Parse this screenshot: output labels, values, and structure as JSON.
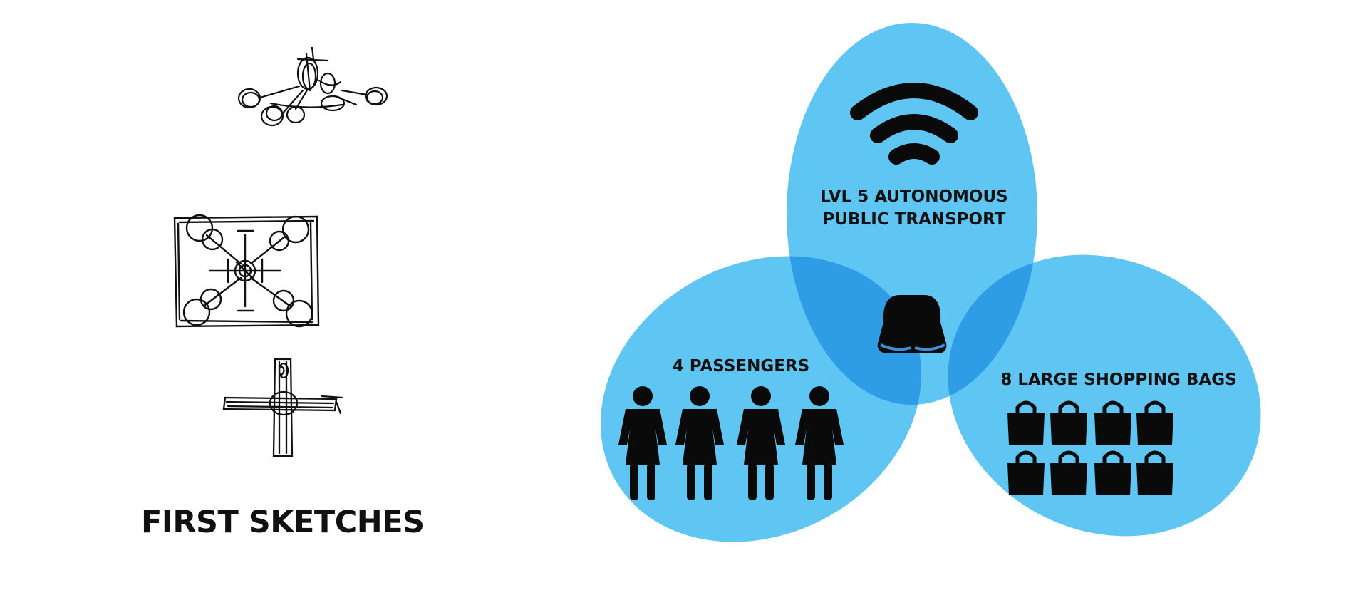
{
  "caption": "FIRST SKETCHES",
  "venn": {
    "colors": {
      "circle": "#5fc5f2",
      "overlap": "#2f9de6",
      "center": "#1a84e0",
      "icon": "#0a0a0a"
    },
    "sets": [
      {
        "id": "autonomy",
        "label_lines": [
          "LVL 5 AUTONOMOUS",
          "PUBLIC TRANSPORT"
        ],
        "icon": "wifi-signal-icon"
      },
      {
        "id": "passengers",
        "label_lines": [
          "4 PASSENGERS"
        ],
        "icon": "person-icon",
        "icon_count": 4
      },
      {
        "id": "bags",
        "label_lines": [
          "8 LARGE SHOPPING BAGS"
        ],
        "icon": "shopping-bag-icon",
        "icon_count": 8
      }
    ],
    "center_icon": "pod-vehicle-icon"
  },
  "sketches": [
    {
      "name": "sketch-drone-perspective-icon"
    },
    {
      "name": "sketch-drone-top-view-icon"
    },
    {
      "name": "sketch-drone-side-view-icon"
    }
  ]
}
